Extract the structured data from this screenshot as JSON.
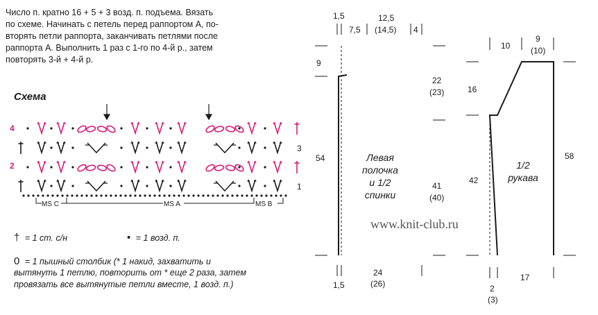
{
  "instructions": {
    "line1": "Число п. кратно 16 + 5 + 3 возд. п. подъема. Вязать",
    "line2": "по схеме. Начинать с петель перед раппортом А, по-",
    "line3": "вторять петли раппорта, заканчивать петлями после",
    "line4": "раппорта А. Выполнить 1 раз с 1-го по 4-й р., затем",
    "line5": "повторять 3-й + 4-й р."
  },
  "scheme": {
    "title": "Схема",
    "row_labels": {
      "r1": "1",
      "r2": "2",
      "r3": "3",
      "r4": "4"
    },
    "ms_c": "MS C",
    "ms_a": "MS A",
    "ms_b": "MS B",
    "colors": {
      "accent": "#d81b7a",
      "ink": "#1a1a1a"
    }
  },
  "legend": {
    "dc_symbol": "†",
    "dc_text": "= 1 ст. с/н",
    "ch_symbol": "•",
    "ch_text": "= 1 возд. п.",
    "puff_symbol": "0",
    "puff_line1": "= 1 пышный столбик (* 1 накид, захватить и",
    "puff_line2": "вытянуть 1 петлю, повторить от * еще 2 раза, затем",
    "puff_line3": "провязать все вытянутые петли вместе, 1 возд. п.)"
  },
  "watermark": "www.knit-club.ru",
  "front": {
    "label_line1": "Левая",
    "label_line2": "полочка",
    "label_line3": "и 1/2",
    "label_line4": "спинки",
    "top_1_5": "1,5",
    "top_7_5": "7,5",
    "top_12_5": "12,5",
    "top_14_5": "(14,5)",
    "top_4": "4",
    "left_9": "9",
    "left_54": "54",
    "right_22": "22",
    "right_23": "(23)",
    "right_41": "41",
    "right_40": "(40)",
    "bottom_1_5": "1,5",
    "bottom_24": "24",
    "bottom_26": "(26)"
  },
  "sleeve": {
    "label_line1": "1/2",
    "label_line2": "рукава",
    "top_10": "10",
    "top_9": "9",
    "top_10b": "(10)",
    "left_16": "16",
    "left_42": "42",
    "right_58": "58",
    "bottom_2": "2",
    "bottom_3": "(3)",
    "bottom_17": "17"
  }
}
